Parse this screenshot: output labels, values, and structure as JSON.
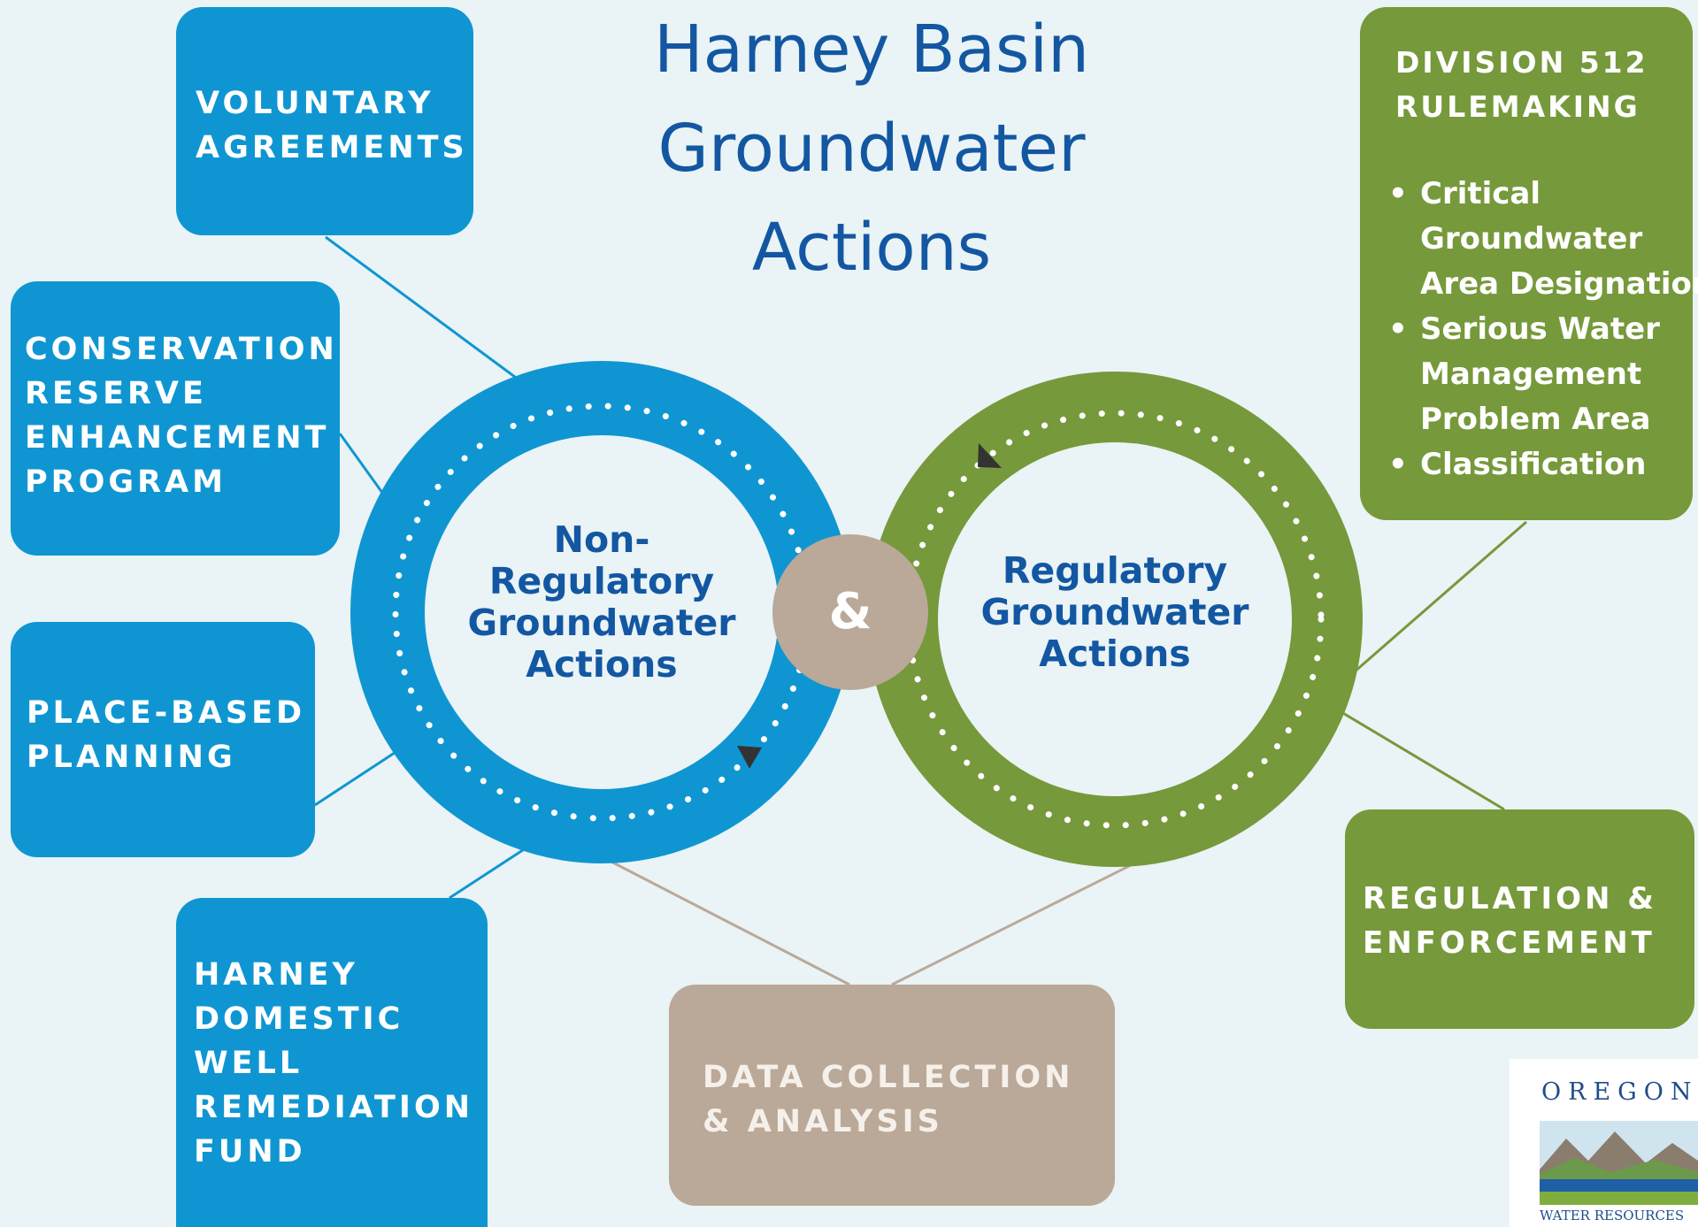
{
  "title": {
    "lines": [
      "Harney Basin",
      "Groundwater",
      "Actions"
    ]
  },
  "colors": {
    "blue": "#0f96d2",
    "green": "#76993b",
    "tan": "#baa898",
    "title": "#1357a2",
    "background": "#eaf3f5"
  },
  "boxes": {
    "voluntary_agreements": [
      "VOLUNTARY",
      "AGREEMENTS"
    ],
    "conservation": [
      "CONSERVATION",
      "RESERVE",
      "ENHANCEMENT",
      "PROGRAM"
    ],
    "place_based": [
      "PLACE-BASED",
      "PLANNING"
    ],
    "harney_fund": [
      "HARNEY",
      "DOMESTIC",
      "WELL",
      "REMEDIATION",
      "FUND"
    ],
    "data_collection": [
      "DATA COLLECTION",
      "& ANALYSIS"
    ],
    "regulation": [
      "REGULATION &",
      "ENFORCEMENT"
    ],
    "division_512": {
      "heading": [
        "DIVISION 512",
        "RULEMAKING"
      ],
      "items": [
        [
          "Critical",
          "Groundwater",
          "Area Designation"
        ],
        [
          "Serious Water",
          "Management",
          "Problem Area"
        ],
        [
          "Classification"
        ]
      ],
      "bullet": "•"
    }
  },
  "circles": {
    "non_regulatory": [
      "Non-",
      "Regulatory",
      "Groundwater",
      "Actions"
    ],
    "regulatory": [
      "Regulatory",
      "Groundwater",
      "Actions"
    ],
    "ampersand": "&"
  },
  "logo": {
    "word": "OREGON",
    "sub": "WATER RESOURCES"
  }
}
